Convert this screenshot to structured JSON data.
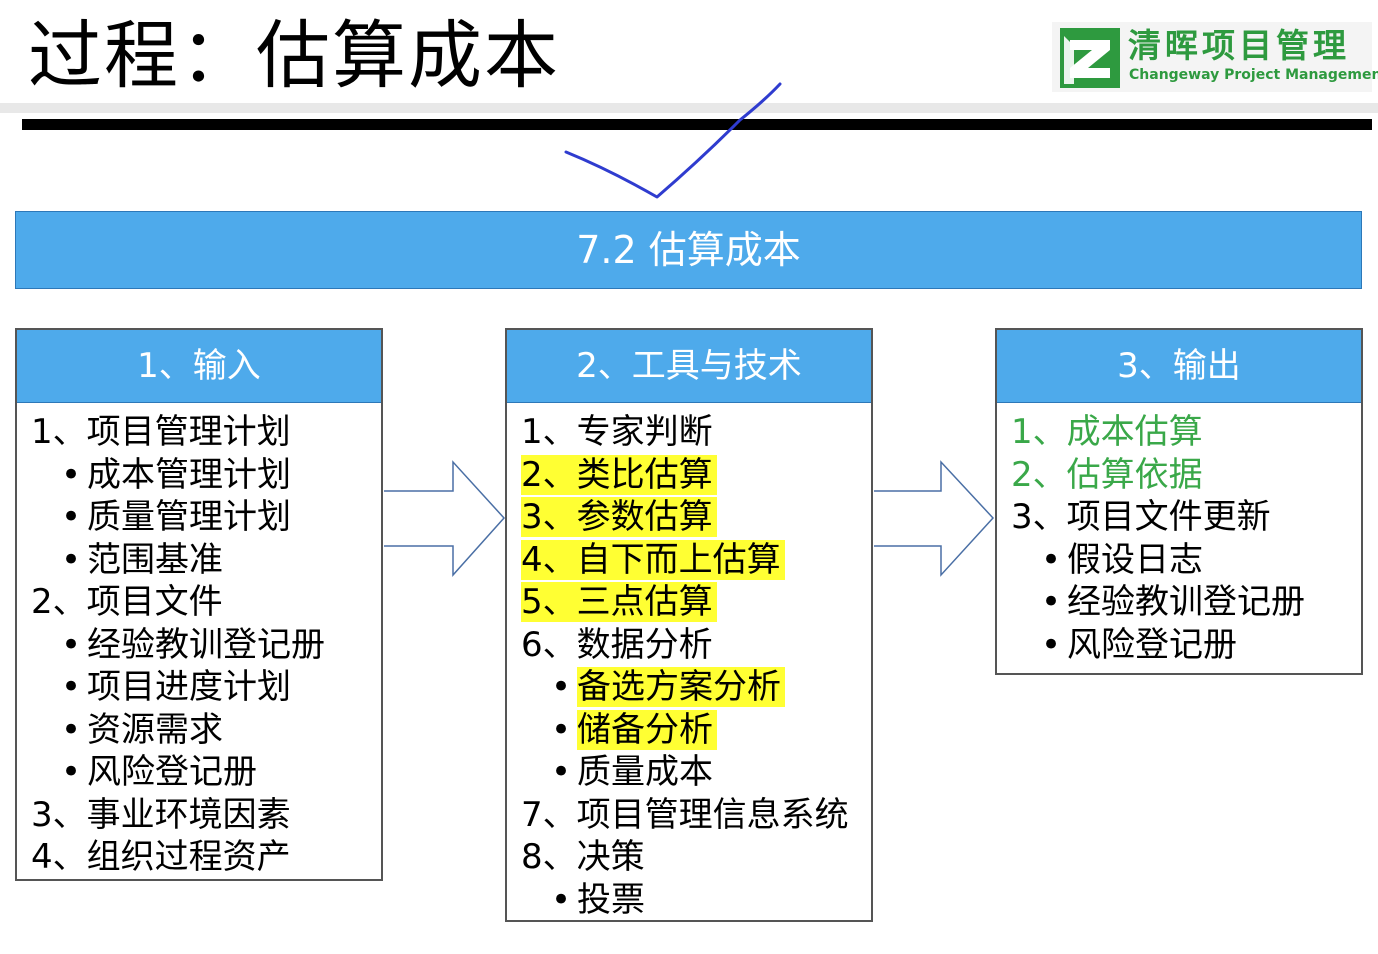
{
  "title": "过程：估算成本",
  "logo": {
    "cn": "清晖项目管理",
    "en": "Changeway Project Management"
  },
  "main_bar": "7.2 估算成本",
  "columns": [
    {
      "header": "1、输入",
      "items": [
        {
          "text": "1、项目管理计划",
          "sub": false
        },
        {
          "text": "成本管理计划",
          "sub": true
        },
        {
          "text": "质量管理计划",
          "sub": true
        },
        {
          "text": "范围基准",
          "sub": true
        },
        {
          "text": "2、项目文件",
          "sub": false
        },
        {
          "text": "经验教训登记册",
          "sub": true
        },
        {
          "text": "项目进度计划",
          "sub": true
        },
        {
          "text": "资源需求",
          "sub": true
        },
        {
          "text": "风险登记册",
          "sub": true
        },
        {
          "text": "3、事业环境因素",
          "sub": false
        },
        {
          "text": "4、组织过程资产",
          "sub": false
        }
      ]
    },
    {
      "header": "2、工具与技术",
      "items": [
        {
          "text": "1、专家判断",
          "sub": false
        },
        {
          "text": "2、类比估算",
          "sub": false,
          "highlight": true
        },
        {
          "text": "3、参数估算",
          "sub": false,
          "highlight": true
        },
        {
          "text": "4、自下而上估算",
          "sub": false,
          "highlight": true
        },
        {
          "text": "5、三点估算",
          "sub": false,
          "highlight": true
        },
        {
          "text": "6、数据分析",
          "sub": false
        },
        {
          "text": "备选方案分析",
          "sub": true,
          "highlight": true
        },
        {
          "text": "储备分析",
          "sub": true,
          "highlight": true
        },
        {
          "text": "质量成本",
          "sub": true
        },
        {
          "text": "7、项目管理信息系统",
          "sub": false
        },
        {
          "text": "8、决策",
          "sub": false
        },
        {
          "text": "投票",
          "sub": true
        }
      ]
    },
    {
      "header": "3、输出",
      "items": [
        {
          "text": "1、成本估算",
          "sub": false,
          "color": "green"
        },
        {
          "text": "2、估算依据",
          "sub": false,
          "color": "green"
        },
        {
          "text": "3、项目文件更新",
          "sub": false
        },
        {
          "text": "假设日志",
          "sub": true
        },
        {
          "text": "经验教训登记册",
          "sub": true
        },
        {
          "text": "风险登记册",
          "sub": true
        }
      ]
    }
  ],
  "colors": {
    "header_blue": "#4eaaeb",
    "highlight_yellow": "#ffff33",
    "output_green": "#3aa849",
    "logo_green": "#2e9a3f",
    "pen_mark": "#2f3ccf"
  },
  "icons": [
    "logo-mark-icon",
    "checkmark-icon",
    "right-arrow-icon"
  ]
}
